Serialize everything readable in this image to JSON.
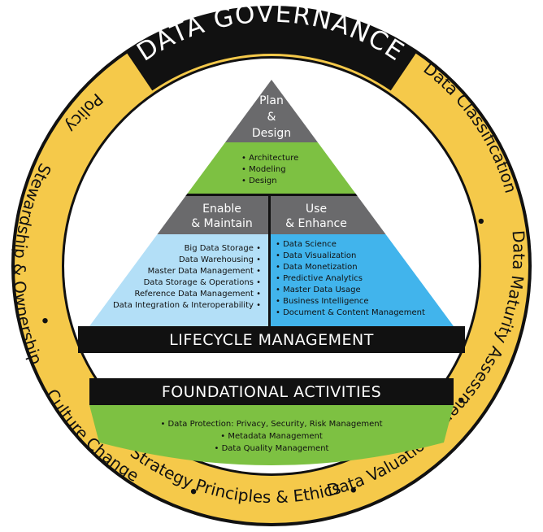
{
  "title": "DATA GOVERNANCE",
  "ring": {
    "policy": "Policy",
    "stewardship": "Stewardship & Ownership",
    "culture": "Culture Change",
    "strategy": "Strategy",
    "principles": "Principles & Ethics",
    "valuation": "Data Valuation",
    "maturity": "Data Maturity Assessment",
    "classification": "Data Classification"
  },
  "pyramid": {
    "plan_line1": "Plan",
    "plan_line2": "&",
    "plan_line3": "Design",
    "plan_items": [
      "• Architecture",
      "• Modeling",
      "• Design"
    ],
    "enable_line1": "Enable",
    "enable_line2": "& Maintain",
    "enable_items": [
      "Big Data Storage •",
      "Data Warehousing •",
      "Master Data Management •",
      "Data Storage & Operations •",
      "Reference Data Management •",
      "Data Integration & Interoperability •"
    ],
    "use_line1": "Use",
    "use_line2": "& Enhance",
    "use_items": [
      "• Data Science",
      "• Data Visualization",
      "• Data Monetization",
      "• Predictive Analytics",
      "• Master Data Usage",
      "• Business Intelligence",
      "• Document & Content Management"
    ],
    "lifecycle": "LIFECYCLE MANAGEMENT"
  },
  "foundation": {
    "title": "FOUNDATIONAL ACTIVITIES",
    "items": [
      "• Data Protection: Privacy, Security, Risk Management",
      "• Metadata Management",
      "• Data Quality Management"
    ]
  },
  "colors": {
    "ring": "#F5C94A",
    "dark": "#111111",
    "gray": "#6A6A6C",
    "green": "#7DC142",
    "light_blue": "#B3DFF7",
    "blue": "#41B4EC"
  }
}
